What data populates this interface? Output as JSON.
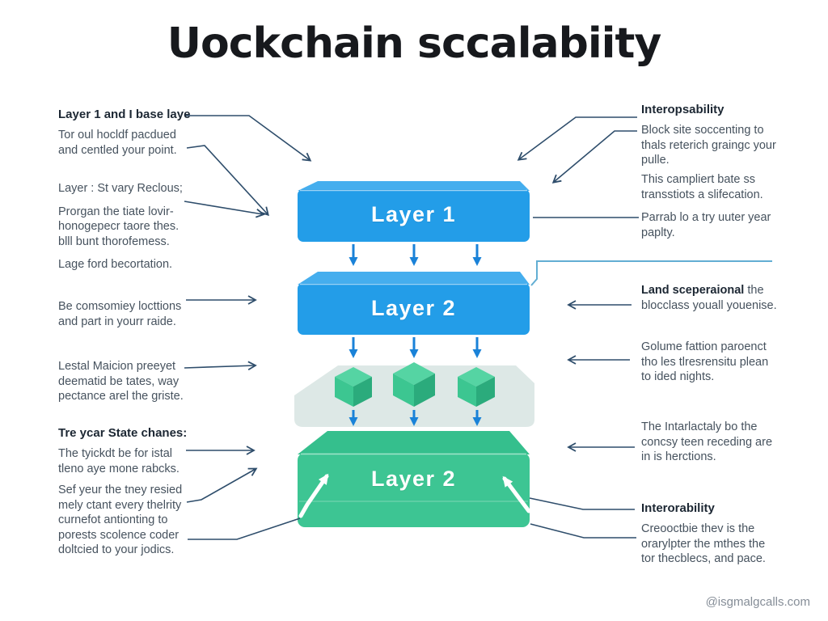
{
  "title": "Uockchain sccalabiity",
  "watermark": "@isgmalgcalls.com",
  "diagram": {
    "layer1": "Layer 1",
    "layer2": "Layer 2",
    "layer3": "Layer 2"
  },
  "colors": {
    "layer_blue": "#239de8",
    "layer_blue_top": "#45aeee",
    "layer_green": "#3dc593",
    "cube_green": "#3cc691",
    "platform": "#dde8e6",
    "flow_arrow_blue": "#1a82d8",
    "annotation_line_navy": "#2e4d6b",
    "elbow_line_lightblue": "#62aed3"
  },
  "left": [
    {
      "heading": "Layer 1 and I base laye",
      "p1": "Tor oul hocldf pacdued\nand centled your point."
    },
    {
      "p1": "Layer : St vary Reclous;",
      "p2": "Prorgan the tiate lovir-\nhonogepecr taore thes.\nblll bunt thorofemess.",
      "p3": "Lage ford becortation."
    },
    {
      "p1": "Be comsomiey locttions\nand part in yourr raide."
    },
    {
      "p1": "Lestal Maicion preeyet\ndeematid be tates, way\npectance arel the griste."
    },
    {
      "heading": "Tre ycar State chanes:",
      "p1": "The tyickdt be for istal\ntleno aye mone rabcks."
    },
    {
      "p1": "Sef yeur the tney resied\nmely ctant every thelrity\ncurnefot antionting to\nporests scolence coder\ndoltcied to your jodics."
    }
  ],
  "right": [
    {
      "heading": "Interopsability",
      "p1": "Block site soccenting to\nthals reterich graingc your\npulle."
    },
    {
      "p1": "This campliert bate ss\ntransstiots a slifecation."
    },
    {
      "p1": "Parrab lo a try uuter year\npaplty."
    },
    {
      "bold": "Land sceperaional",
      "rest": " the\nblocclass youall youenise."
    },
    {
      "p1": "Golume fattion paroenct\ntho les tlresrensitu plean\nto ided nights."
    },
    {
      "p1": "The Intarlactaly bo the\nconcsy teen receding are\nin is herctions."
    },
    {
      "heading": "Interorability",
      "p1": "Creooctbie thev is the\norarylpter the mthes the\ntor thecblecs, and pace."
    }
  ]
}
